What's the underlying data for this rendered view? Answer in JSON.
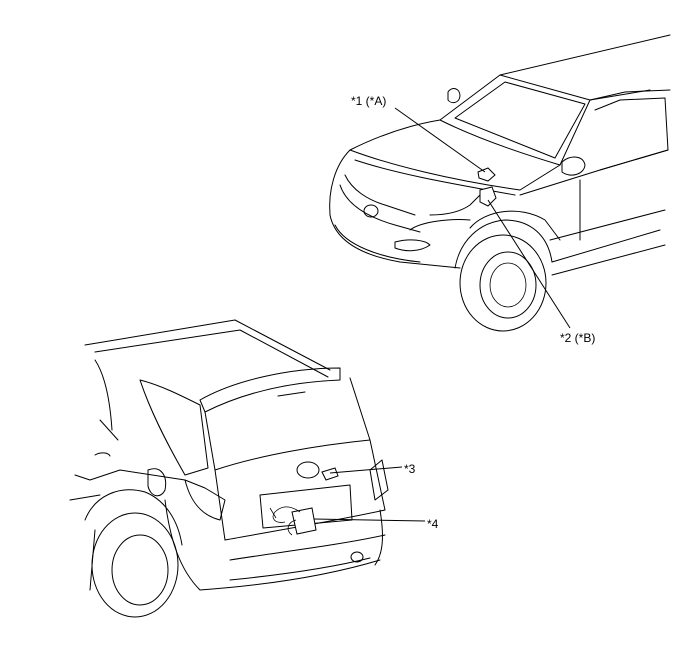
{
  "callouts": [
    {
      "id": "1",
      "text": "*1 (*A)"
    },
    {
      "id": "2",
      "text": "*2 (*B)"
    },
    {
      "id": "3",
      "text": "*3"
    },
    {
      "id": "4",
      "text": "*4"
    }
  ],
  "colors": {
    "line": "#000000",
    "background": "#ffffff"
  }
}
